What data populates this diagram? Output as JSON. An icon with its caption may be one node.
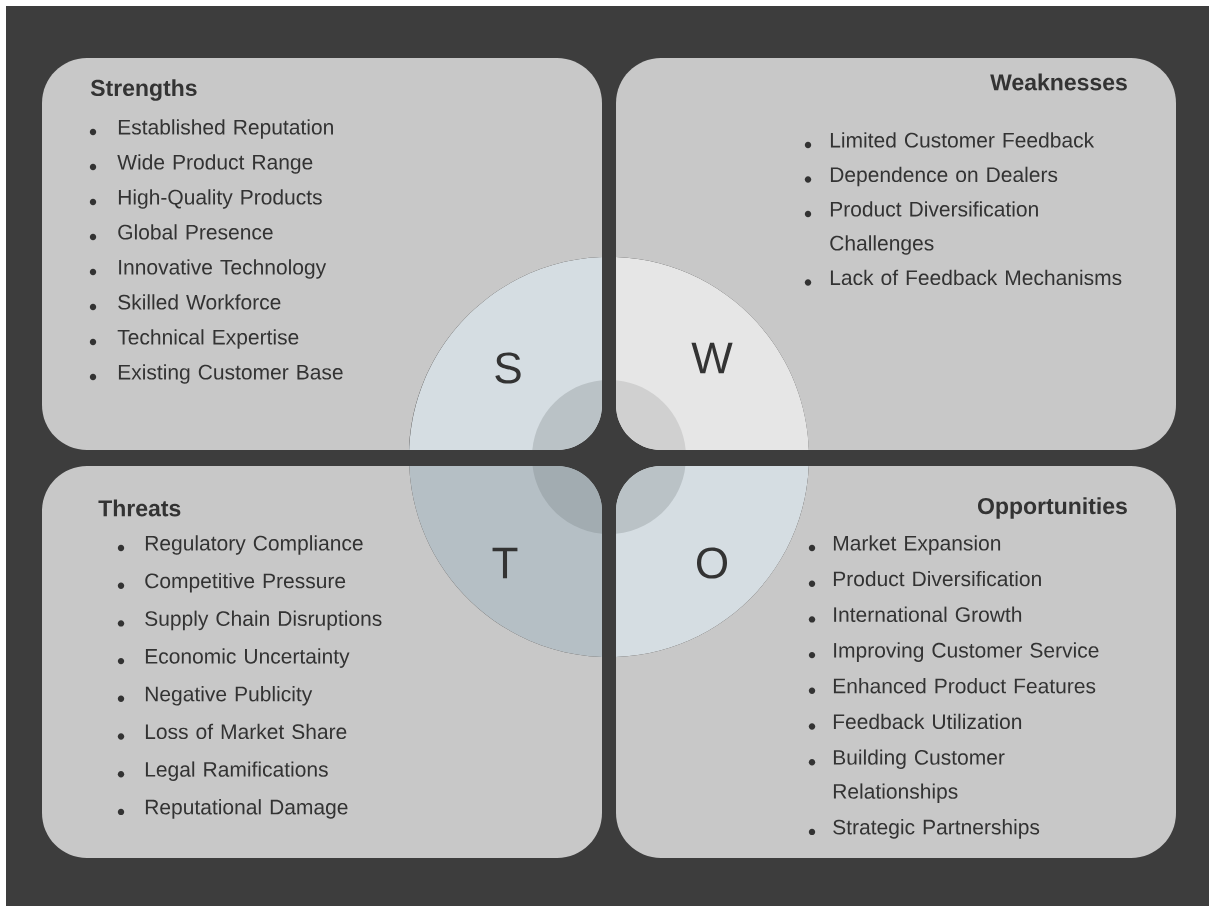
{
  "diagram": {
    "nodes": [
      {
        "text": [
          "Strengths",
          "Established Reputation",
          "Wide Product Range",
          "High-Quality Products",
          "Global Presence",
          "Innovative Technology",
          "Skilled Workforce",
          "Technical Expertise",
          "Existing Customer Base"
        ]
      },
      {
        "text": [
          "Weaknesses",
          "Limited Customer Feedback",
          "Dependence on Dealers",
          "Product Diversification Challenges",
          "Lack of Feedback Mechanisms"
        ]
      },
      {
        "text": [
          "Threats",
          "Regulatory Compliance",
          "Competitive Pressure",
          "Supply Chain Disruptions",
          "Economic Uncertainty",
          "Negative Publicity",
          "Loss of Market Share",
          "Legal Ramifications",
          "Reputational Damage"
        ]
      },
      {
        "text": [
          "Opportunities",
          "Market Expansion",
          "Product Diversification",
          "International Growth",
          "Improving Customer Service",
          "Enhanced Product Features",
          "Feedback Utilization",
          "Building Customer Relationships",
          "Strategic Partnerships"
        ]
      },
      {
        "text": [
          "S"
        ],
        "in": 0
      },
      {
        "text": [
          "W"
        ],
        "in": 1
      },
      {
        "text": [
          "T"
        ],
        "in": 2
      },
      {
        "text": [
          "O"
        ],
        "in": 3
      }
    ]
  }
}
